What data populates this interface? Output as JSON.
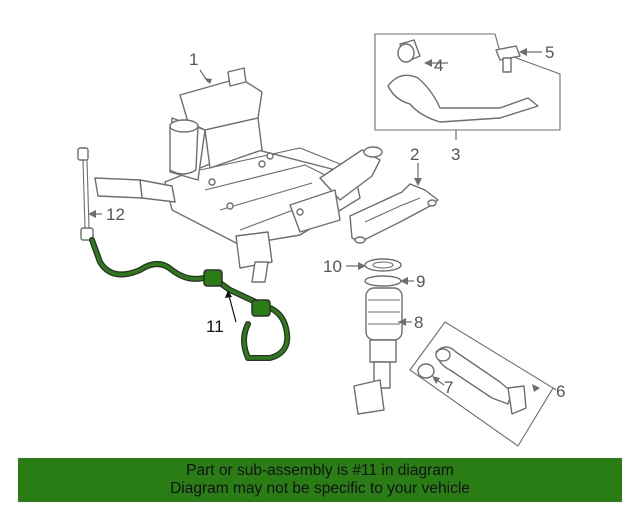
{
  "diagram": {
    "callouts": [
      {
        "id": "1",
        "text": "1"
      },
      {
        "id": "2",
        "text": "2"
      },
      {
        "id": "3",
        "text": "3"
      },
      {
        "id": "4",
        "text": "4"
      },
      {
        "id": "5",
        "text": "5"
      },
      {
        "id": "6",
        "text": "6"
      },
      {
        "id": "7",
        "text": "7"
      },
      {
        "id": "8",
        "text": "8"
      },
      {
        "id": "9",
        "text": "9"
      },
      {
        "id": "10",
        "text": "10"
      },
      {
        "id": "11",
        "text": "11"
      },
      {
        "id": "12",
        "text": "12"
      }
    ],
    "highlight_color": "#2a7d14"
  },
  "banner": {
    "line1": "Part or sub-assembly is #11 in diagram",
    "line2": "Diagram may not be specific to your vehicle",
    "background": "#2a7d14"
  }
}
